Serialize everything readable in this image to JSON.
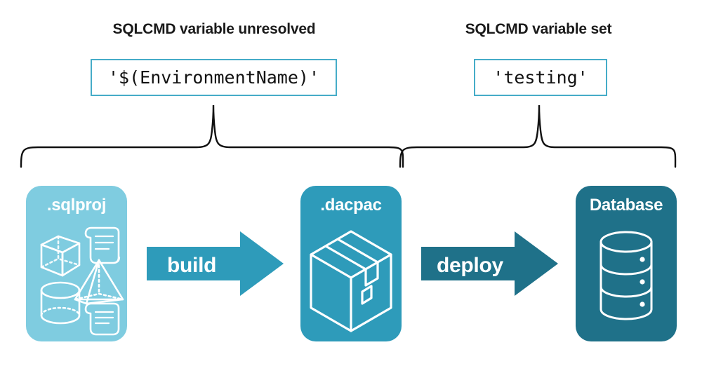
{
  "diagram": {
    "title_left": "SQLCMD variable unresolved",
    "title_right": "SQLCMD variable set",
    "code_left": "'$(EnvironmentName)'",
    "code_right": "'testing'",
    "stages": [
      {
        "label": ".sqlproj",
        "color": "#7FCCE0",
        "icons": [
          "cube-icon",
          "scroll-icon",
          "pyramid-icon",
          "cylinder-icon",
          "scroll-icon"
        ]
      },
      {
        "label": ".dacpac",
        "color": "#2E9BBA",
        "icons": [
          "package-box-icon"
        ]
      },
      {
        "label": "Database",
        "color": "#1F7189",
        "icons": [
          "database-cylinder-icon"
        ]
      }
    ],
    "arrows": [
      {
        "label": "build",
        "color": "#2E9BBA"
      },
      {
        "label": "deploy",
        "color": "#1F7189"
      }
    ],
    "brace_left_name": "brace-build-scope",
    "brace_right_name": "brace-deploy-scope",
    "code_border_color": "#45ACC8",
    "text_color": "#1a1a1a"
  }
}
